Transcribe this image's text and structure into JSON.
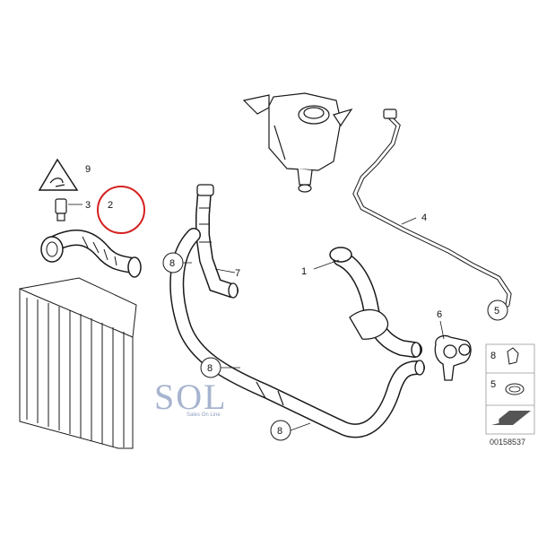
{
  "diagram": {
    "callouts": {
      "c1": "1",
      "c2": "2",
      "c3": "3",
      "c4": "4",
      "c5": "5",
      "c6": "6",
      "c7": "7",
      "c8a": "8",
      "c8b": "8",
      "c8c": "8",
      "c9": "9"
    },
    "legend": {
      "item8": "8",
      "item5": "5"
    },
    "part_number": "00158537"
  },
  "watermark": {
    "logo_text": "SOL",
    "tagline": "Sales On Line"
  },
  "colors": {
    "highlight_circle": "#d42020",
    "linework": "#1a1a1a",
    "watermark": "#a7b4cf"
  }
}
